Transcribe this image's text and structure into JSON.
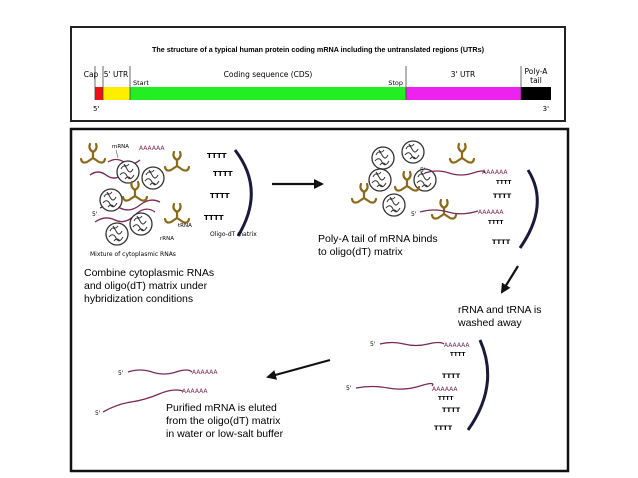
{
  "top_panel": {
    "title": "The structure of a typical human protein coding mRNA including the untranslated regions (UTRs)",
    "segments": [
      {
        "label": "Cap",
        "color": "#ee1111"
      },
      {
        "label": "5' UTR",
        "color": "#ffee00"
      },
      {
        "label": "Coding sequence (CDS)",
        "color": "#22ee22"
      },
      {
        "label": "3' UTR",
        "color": "#ee22ee"
      },
      {
        "label": "Poly-A tail",
        "color": "#000000"
      }
    ],
    "polya_line1": "Poly-A",
    "polya_line2": "tail",
    "start_label": "Start",
    "stop_label": "Stop",
    "five_prime": "5'",
    "three_prime": "3'"
  },
  "bottom_panel": {
    "step1": {
      "mrna": "mRNA",
      "aaaa": "AAAAAA",
      "five": "5'",
      "trna": "tRNA",
      "rrna": "rRNA",
      "mixture": "Mixture of cytoplasmic RNAs",
      "matrix": "Oligo-dT matrix",
      "tttt": "TTTT",
      "caption1": "Combine cytoplasmic RNAs",
      "caption2": "and oligo(dT) matrix under",
      "caption3": "hybridization conditions"
    },
    "step2": {
      "caption1": "Poly-A tail of mRNA binds",
      "caption2": "to oligo(dT) matrix"
    },
    "step3": {
      "caption1": "rRNA and tRNA is",
      "caption2": "washed away"
    },
    "step4": {
      "caption1": "Purified mRNA is eluted",
      "caption2": "from the oligo(dT) matrix",
      "caption3": "in water or low-salt buffer"
    }
  }
}
